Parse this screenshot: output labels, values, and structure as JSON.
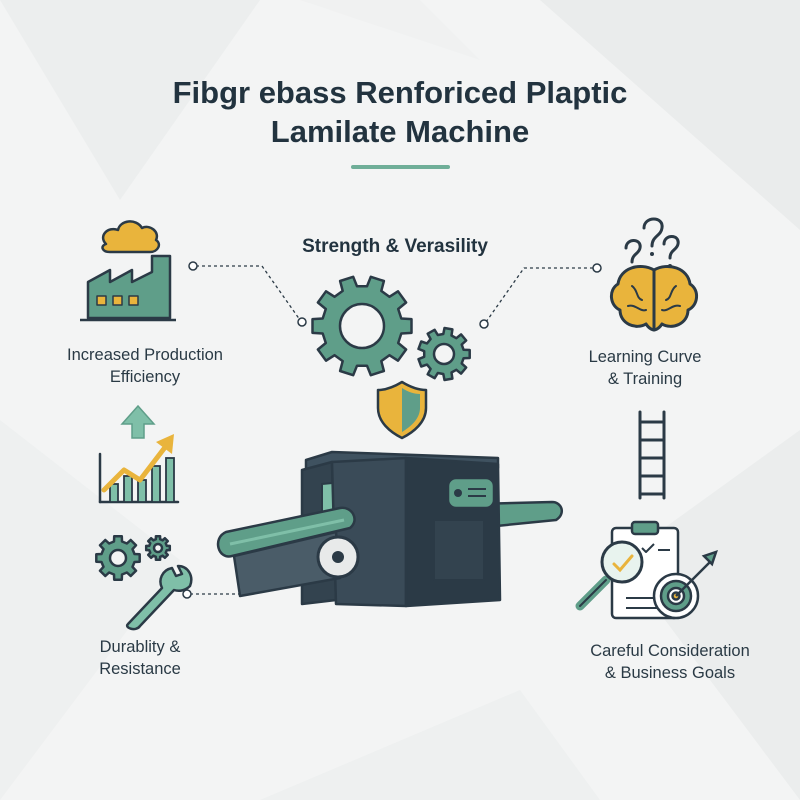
{
  "title": {
    "line1": "Fibgr ebass Renforiced Plaptic",
    "line2": "Lamilate Machine"
  },
  "labels": {
    "strength": "Strength & Verasility",
    "production_line1": "Increased Production",
    "production_line2": "Efficiency",
    "learning_line1": "Learning Curve",
    "learning_line2": "& Training",
    "durability_line1": "Durablity &",
    "durability_line2": "Resistance",
    "careful_line1": "Careful Consideration",
    "careful_line2": "& Business Goals"
  },
  "colors": {
    "teal": "#5f9e89",
    "teal_light": "#7fbfa8",
    "dark": "#2b3a46",
    "gold": "#e9b43c",
    "background": "#f3f4f4"
  },
  "icons": [
    "factory-icon",
    "brain-icon",
    "gear-icon",
    "shield-icon",
    "growth-chart-icon",
    "arrow-up-icon",
    "ladder-icon",
    "wrench-icon",
    "clipboard-icon",
    "magnifier-icon",
    "target-icon",
    "laminate-machine-icon"
  ]
}
